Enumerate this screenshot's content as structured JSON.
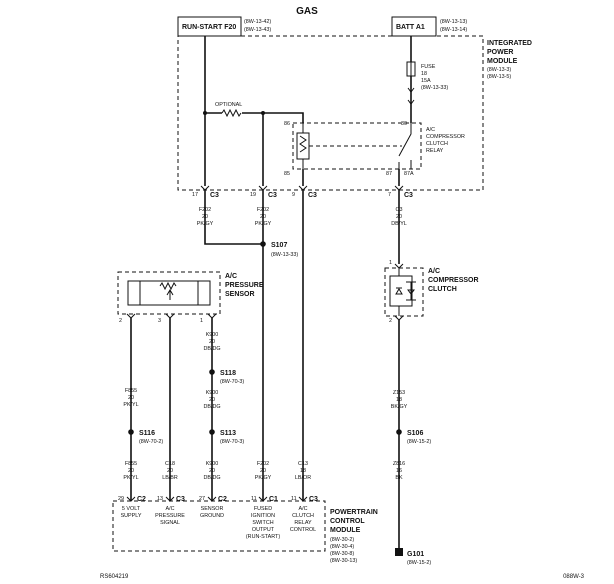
{
  "title": "GAS",
  "footer": {
    "left": "RS604219",
    "right": "088W-3"
  },
  "run_start": {
    "name": "RUN-START F20",
    "refs": [
      "(8W-13-42)",
      "(8W-13-43)"
    ]
  },
  "batt": {
    "name": "BATT A1",
    "refs": [
      "(8W-13-13)",
      "(8W-13-14)"
    ]
  },
  "ipm": {
    "name": [
      "INTEGRATED",
      "POWER",
      "MODULE"
    ],
    "refs": [
      "(8W-13-3)",
      "(8W-13-5)"
    ]
  },
  "optional": "OPTIONAL",
  "fuse": {
    "lines": [
      "FUSE",
      "18",
      "15A",
      "(8W-13-33)"
    ]
  },
  "relay": {
    "lines": [
      "A/C",
      "COMPRESSOR",
      "CLUTCH",
      "RELAY"
    ],
    "pins": [
      "86",
      "30",
      "85",
      "87",
      "87A"
    ]
  },
  "ipm_connectors": [
    {
      "pin": "17",
      "conn": "C3"
    },
    {
      "pin": "19",
      "conn": "C3"
    },
    {
      "pin": "9",
      "conn": "C3"
    },
    {
      "pin": "7",
      "conn": "C3"
    }
  ],
  "wire_labels": {
    "f202_a": [
      "F202",
      "20",
      "PK/GY"
    ],
    "f202_b": [
      "F202",
      "20",
      "PK/GY"
    ],
    "c3_clutch": [
      "C3",
      "20",
      "DB/YL"
    ],
    "k900_top": [
      "K900",
      "20",
      "DB/DG"
    ],
    "k900_mid": [
      "K900",
      "20",
      "DB/DG"
    ],
    "k900_bot": [
      "K900",
      "20",
      "DB/DG"
    ],
    "f855_top": [
      "F855",
      "20",
      "PK/YL"
    ],
    "f855_bot": [
      "F855",
      "20",
      "PK/YL"
    ],
    "c18": [
      "C18",
      "20",
      "LB/BR"
    ],
    "f202_c": [
      "F202",
      "20",
      "PK/GY"
    ],
    "c13": [
      "C13",
      "18",
      "LB/OR"
    ],
    "z153": [
      "Z153",
      "18",
      "BK/GY"
    ],
    "z816": [
      "Z816",
      "16",
      "BK"
    ]
  },
  "splices": {
    "s107": {
      "name": "S107",
      "ref": "(8W-13-33)"
    },
    "s118": {
      "name": "S118",
      "ref": "(8W-70-3)"
    },
    "s116": {
      "name": "S116",
      "ref": "(8W-70-2)"
    },
    "s113": {
      "name": "S113",
      "ref": "(8W-70-3)"
    },
    "s106": {
      "name": "S106",
      "ref": "(8W-15-2)"
    }
  },
  "sensor": {
    "name": [
      "A/C",
      "PRESSURE",
      "SENSOR"
    ],
    "pins": [
      "2",
      "3",
      "1"
    ]
  },
  "clutch": {
    "name": [
      "A/C",
      "COMPRESSOR",
      "CLUTCH"
    ],
    "pins": [
      "1",
      "2"
    ]
  },
  "pcm": {
    "name": [
      "POWERTRAIN",
      "CONTROL",
      "MODULE"
    ],
    "refs": [
      "(8W-30-2)",
      "(8W-30-4)",
      "(8W-30-8)",
      "(8W-30-13)"
    ],
    "pins": [
      {
        "pin": "29",
        "conn": "C2",
        "desc": [
          "5 VOLT",
          "SUPPLY"
        ]
      },
      {
        "pin": "13",
        "conn": "C3",
        "desc": [
          "A/C",
          "PRESSURE",
          "SIGNAL"
        ]
      },
      {
        "pin": "27",
        "conn": "C2",
        "desc": [
          "SENSOR",
          "GROUND"
        ]
      },
      {
        "pin": "11",
        "conn": "C1",
        "desc": [
          "FUSED",
          "IGNITION",
          "SWITCH",
          "OUTPUT",
          "(RUN-START)"
        ]
      },
      {
        "pin": "11",
        "conn": "C3",
        "desc": [
          "A/C",
          "CLUTCH",
          "RELAY",
          "CONTROL"
        ]
      }
    ]
  },
  "ground": {
    "name": "G101",
    "ref": "(8W-15-2)"
  }
}
